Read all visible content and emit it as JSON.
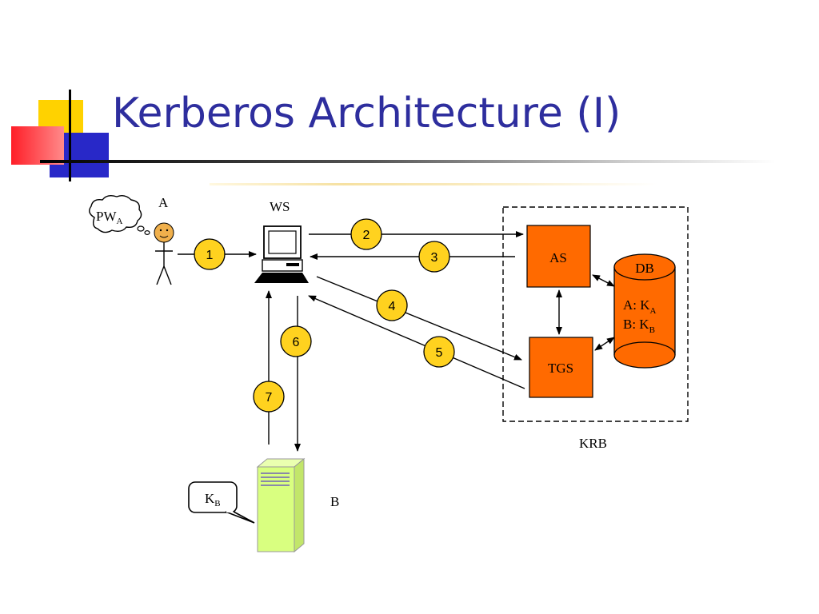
{
  "slide": {
    "title": "Kerberos Architecture (I)"
  },
  "colors": {
    "title": "#2e2e9e",
    "server_fill": "#ff6a00",
    "step_circle": "#ffd21f",
    "server_b": "#d9ff80"
  },
  "diagram": {
    "user_label": "A",
    "thought_text": "PW",
    "thought_sub": "A",
    "ws_label": "WS",
    "as_label": "AS",
    "tgs_label": "TGS",
    "db_label": "DB",
    "db_entry_a": "A: K",
    "db_entry_a_sub": "A",
    "db_entry_b": "B: K",
    "db_entry_b_sub": "B",
    "krb_label": "KRB",
    "b_label": "B",
    "key_text": "K",
    "key_sub": "B",
    "steps": [
      "1",
      "2",
      "3",
      "4",
      "5",
      "6",
      "7"
    ]
  }
}
